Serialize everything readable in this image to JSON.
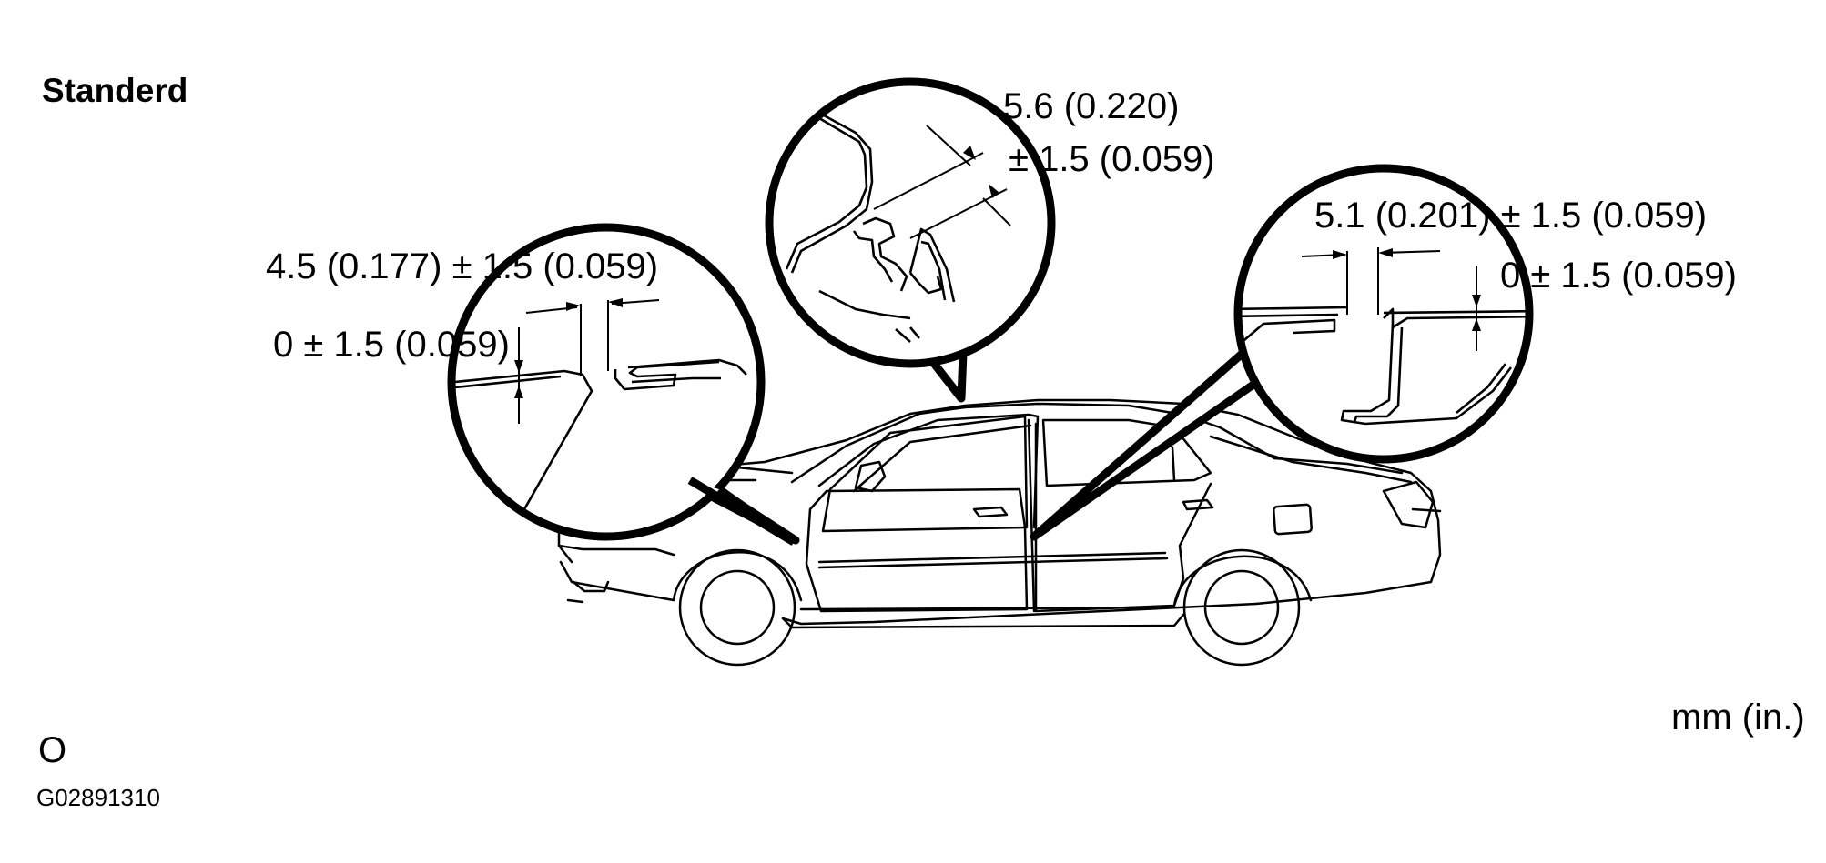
{
  "title": "Standerd",
  "unit": "mm (in.)",
  "corner_mark": "O",
  "figure_id": "G02891310",
  "details": {
    "hood": {
      "gap": "4.5 (0.177) ± 1.5 (0.059)",
      "flush": "0 ± 1.5 (0.059)"
    },
    "pillar": {
      "gap": "5.6 (0.220)",
      "tolerance": "± 1.5 (0.059)"
    },
    "door": {
      "gap": "5.1 (0.201) ± 1.5 (0.059)",
      "flush": "0 ± 1.5 (0.059)"
    }
  }
}
